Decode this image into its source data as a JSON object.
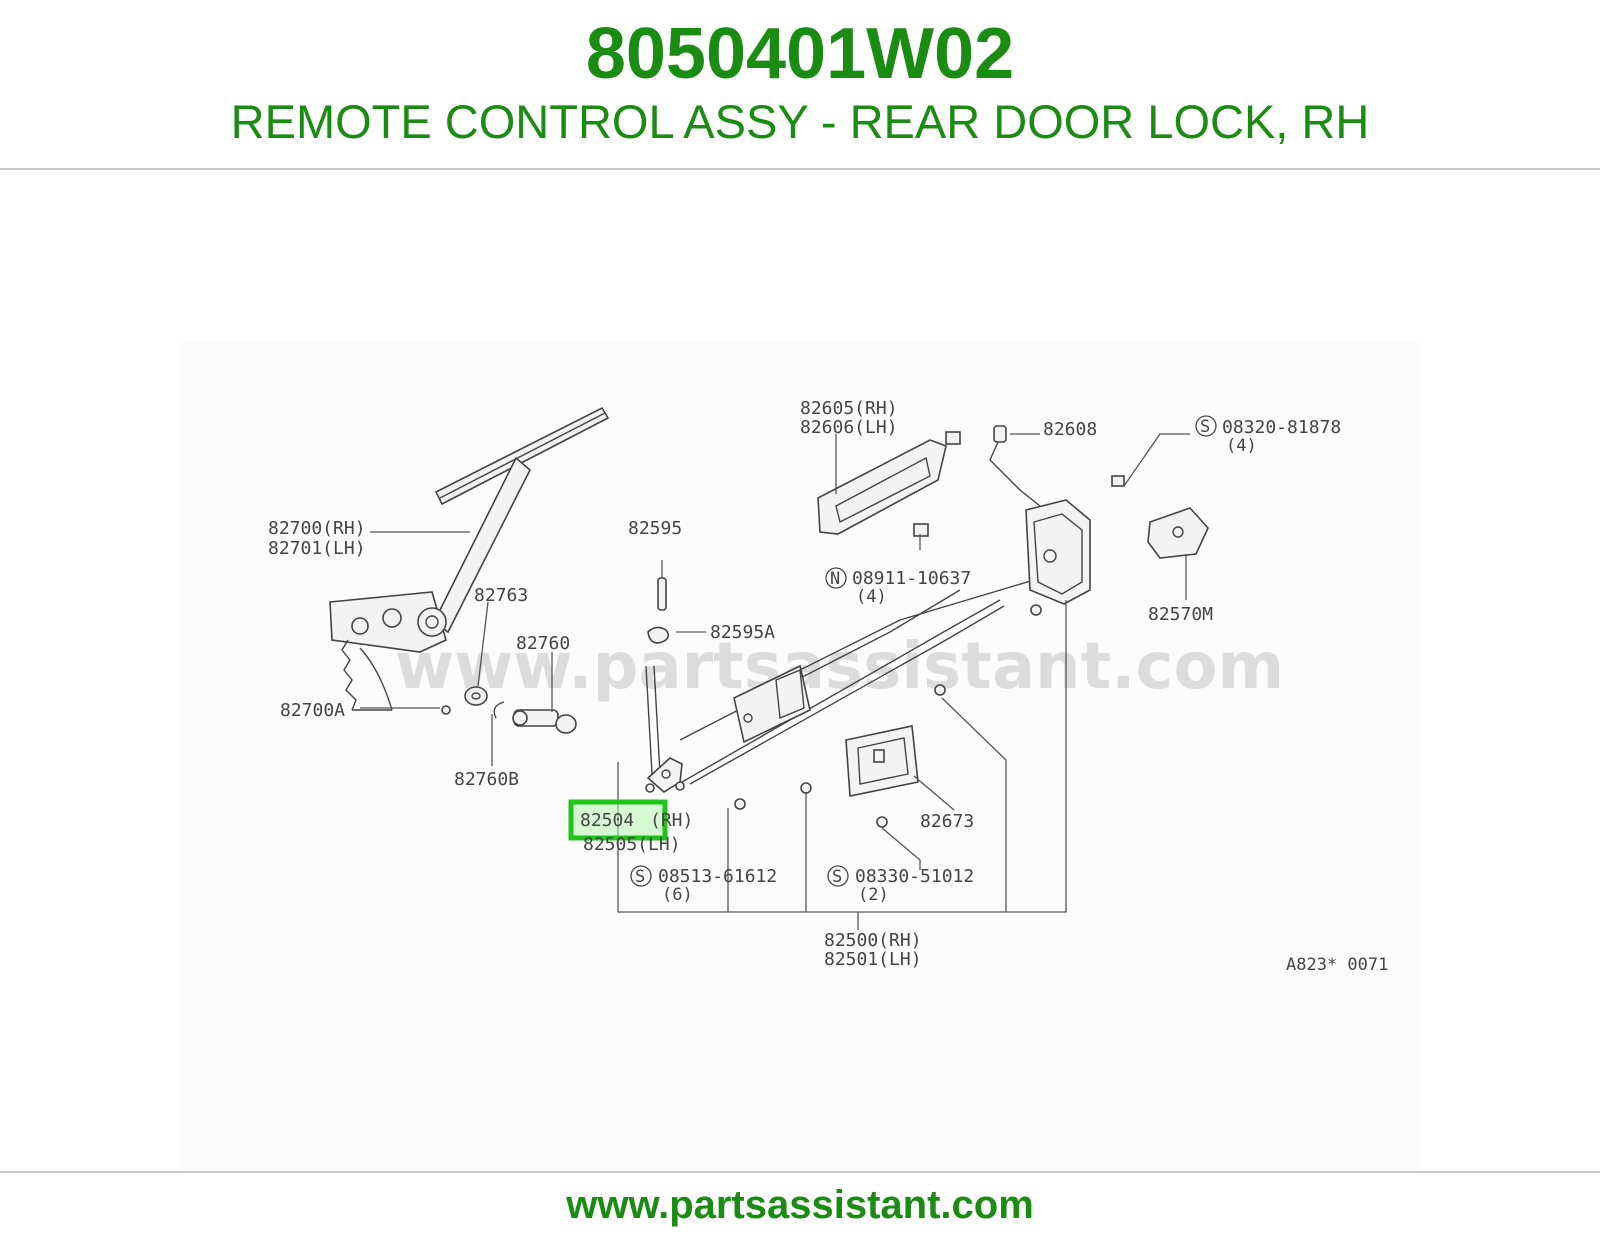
{
  "header": {
    "part_number": "8050401W02",
    "title": "REMOTE CONTROL ASSY - REAR DOOR LOCK, RH"
  },
  "diagram": {
    "watermark": "www.partsassistant.com",
    "figure_code": "A823* 0071",
    "highlighted_part": "82504",
    "callouts": {
      "c82605": "82605(RH)",
      "c82606": "82606(LH)",
      "c82608": "82608",
      "c08320": "08320-81878",
      "c08320_qty": "(4)",
      "c82700": "82700(RH)",
      "c82701": "82701(LH)",
      "c82595": "82595",
      "c08911": "08911-10637",
      "c08911_qty": "(4)",
      "c82763": "82763",
      "c82595a": "82595A",
      "c82760": "82760",
      "c82570m": "82570M",
      "c82700a": "82700A",
      "c82760b": "82760B",
      "c82504_suffix": "(RH)",
      "c82505": "82505(LH)",
      "c82673": "82673",
      "c08513": "08513-61612",
      "c08513_qty": "(6)",
      "c08330": "08330-51012",
      "c08330_qty": "(2)",
      "c82500": "82500(RH)",
      "c82501": "82501(LH)"
    },
    "symbols": {
      "s_sym": "S",
      "n_sym": "N"
    },
    "highlight_color": "#22c21a"
  },
  "footer": {
    "url": "www.partsassistant.com"
  }
}
